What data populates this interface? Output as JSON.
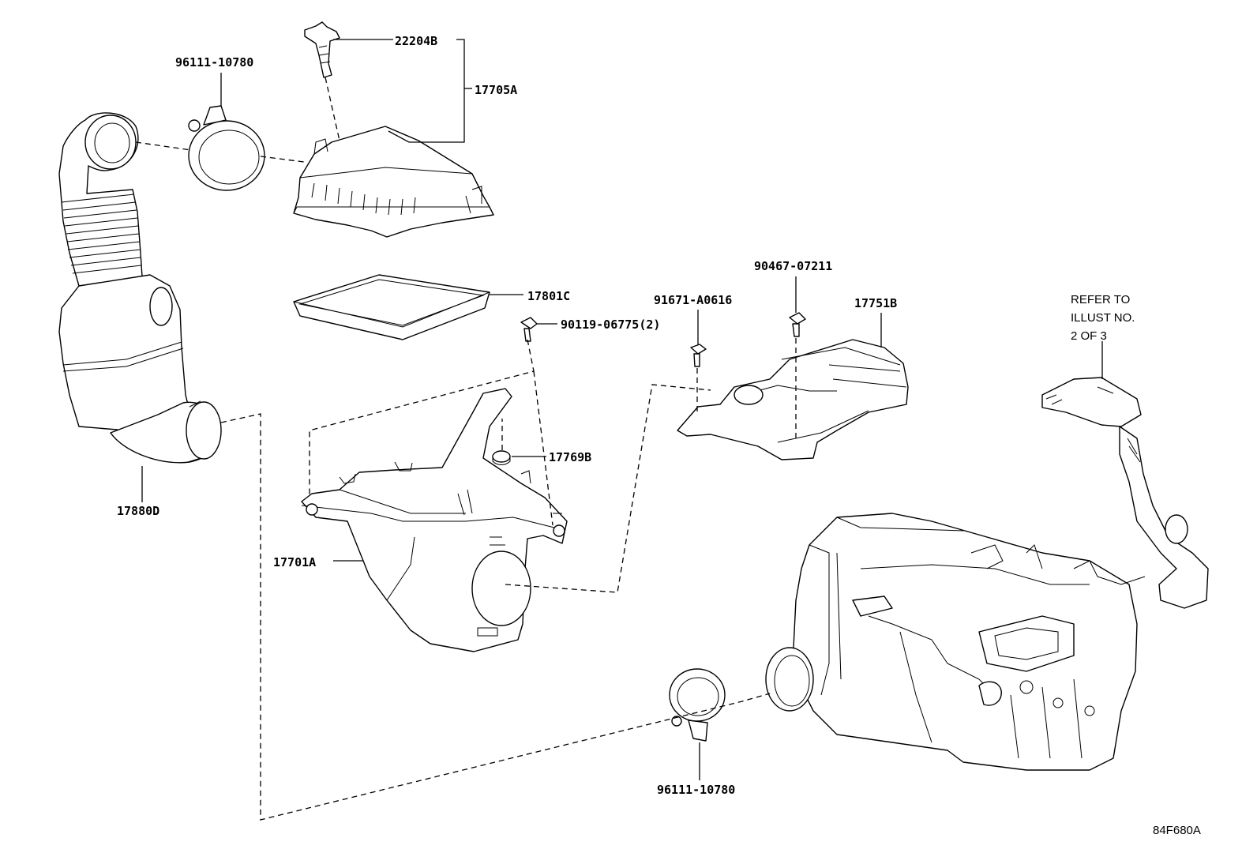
{
  "diagram": {
    "labels": {
      "sensor": "22204B",
      "upper_case": "17705A",
      "clamp_top": "96111-10780",
      "filter": "17801C",
      "bolt_case": "90119-06775(2)",
      "grommet": "17769B",
      "inlet_hose": "17880D",
      "lower_case": "17701A",
      "bolt_91671": "91671-A0616",
      "bolt_90467": "90467-07211",
      "resonator": "17751B",
      "clamp_bottom": "96111-10780",
      "refer_line1": "REFER TO",
      "refer_line2": "ILLUST NO.",
      "refer_line3": "2 OF 3",
      "ref_code": "84F680A"
    }
  }
}
